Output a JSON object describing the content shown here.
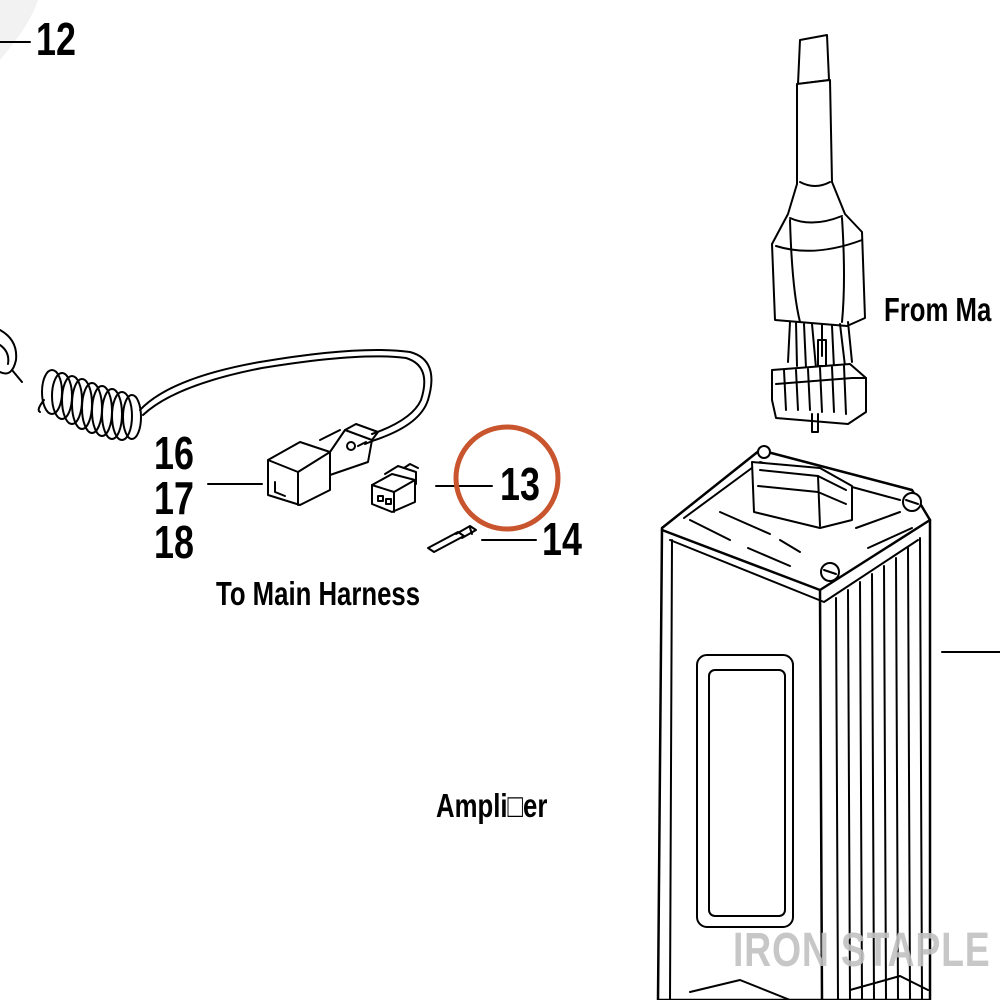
{
  "callouts": {
    "c12": "12",
    "c13": "13",
    "c14": "14",
    "c16": "16",
    "c17": "17",
    "c18": "18"
  },
  "labels": {
    "to_main_harness": "To  Main Harness",
    "from_main": "From Ma",
    "amplifier": "Ampli□er"
  },
  "watermark": "IRON STAPLE",
  "highlight": {
    "callout": "13",
    "color": "#c8552d"
  }
}
